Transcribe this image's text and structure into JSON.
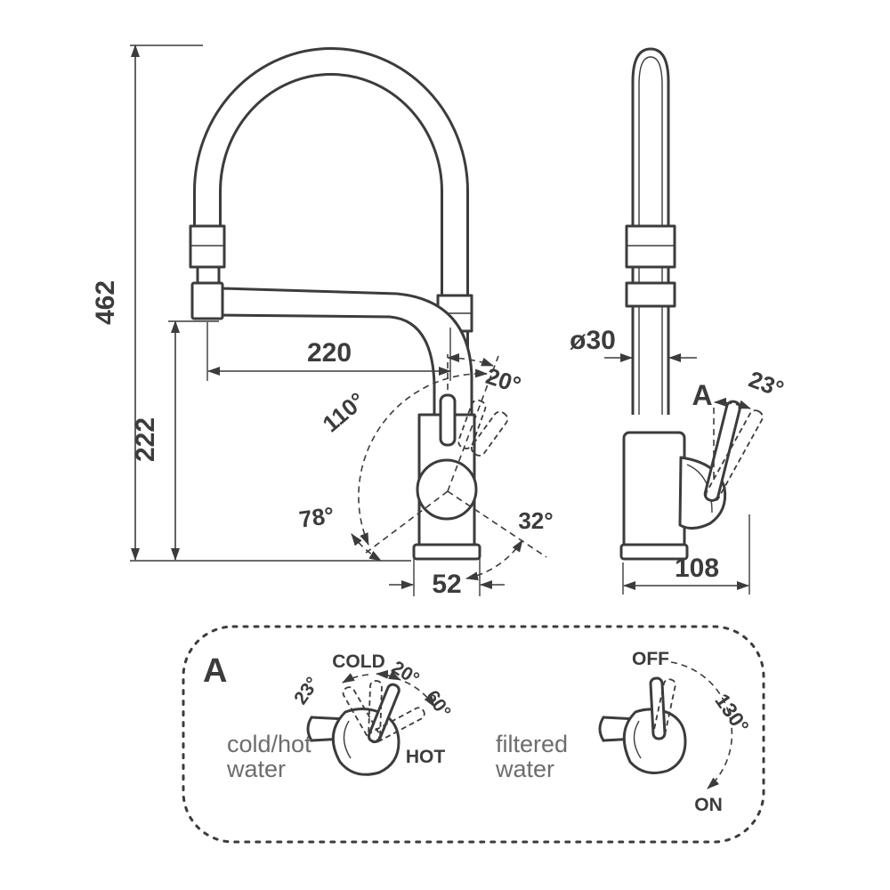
{
  "drawing": {
    "front_view": {
      "height_total": "462",
      "height_to_spout": "222",
      "spout_reach": "220",
      "lever_tilt_angle": "20°",
      "swivel_angle": "110°",
      "angle_lower_left": "78°",
      "angle_lower_right": "32°",
      "base_width": "52"
    },
    "side_view": {
      "pipe_diameter": "ø30",
      "detail_ref": "A",
      "lever_angle": "23°",
      "base_depth": "108"
    }
  },
  "detail_panel": {
    "ref": "A",
    "mixer": {
      "caption_line1": "cold/hot",
      "caption_line2": "water",
      "cold": "COLD",
      "hot": "HOT",
      "angle_20": "20°",
      "angle_60": "60°",
      "angle_23": "23°"
    },
    "filtered": {
      "caption_line1": "filtered",
      "caption_line2": "water",
      "off": "OFF",
      "on": "ON",
      "angle_130": "130°"
    }
  },
  "colors": {
    "line": "#3c3c3c",
    "caption_gray": "#6d6d6d",
    "background": "#ffffff"
  }
}
